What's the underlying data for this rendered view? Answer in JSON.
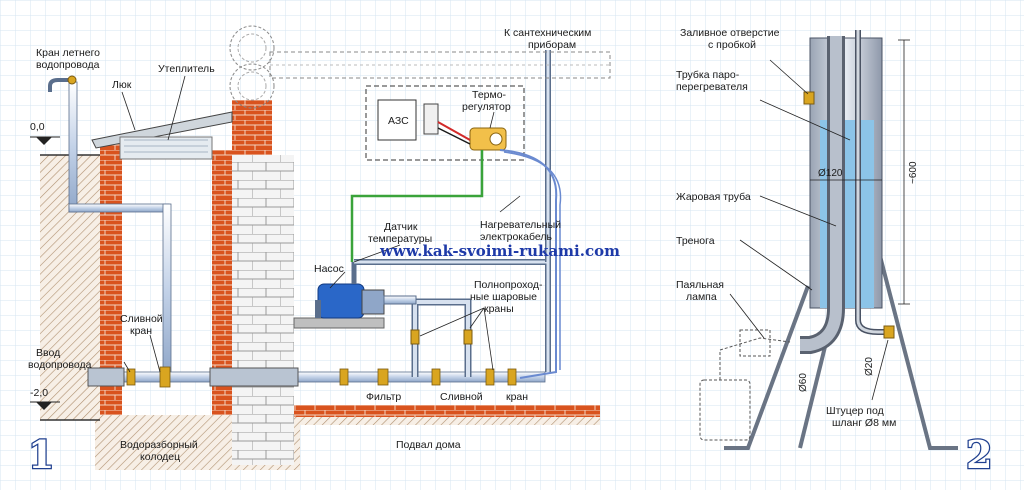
{
  "figure1": {
    "panel_number": "1",
    "labels": {
      "summer_tap_l1": "Кран летнего",
      "summer_tap_l2": "водопровода",
      "hatch": "Люк",
      "insulation": "Утеплитель",
      "to_fixtures_l1": "К сантехническим",
      "to_fixtures_l2": "приборам",
      "circuit_breaker": "АЗС",
      "thermostat_l1": "Термо-",
      "thermostat_l2": "регулятор",
      "temp_sensor_l1": "Датчик",
      "temp_sensor_l2": "температуры",
      "heating_cable_l1": "Нагревательный",
      "heating_cable_l2": "электрокабель",
      "pump": "Насос",
      "ball_valves_l1": "Полнопроход-",
      "ball_valves_l2": "ные шаровые",
      "ball_valves_l3": "краны",
      "drain_tap_left_l1": "Сливной",
      "drain_tap_left_l2": "кран",
      "water_inlet_l1": "Ввод",
      "water_inlet_l2": "водопровода",
      "filter": "Фильтр",
      "drain_right": "Сливной",
      "tap_right": "кран",
      "well_l1": "Водоразборный",
      "well_l2": "колодец",
      "basement": "Подвал дома",
      "level_zero": "0,0",
      "level_minus": "-2,0"
    }
  },
  "watermark": "www.kak-svoimi-rukami.com",
  "figure2": {
    "panel_number": "2",
    "labels": {
      "filler_l1": "Заливное отверстие",
      "filler_l2": "с пробкой",
      "steam_tube_l1": "Трубка паро-",
      "steam_tube_l2": "перегревателя",
      "fire_tube": "Жаровая труба",
      "tripod": "Тренога",
      "blowtorch_l1": "Паяльная",
      "blowtorch_l2": "лампа",
      "fitting_l1": "Штуцер под",
      "fitting_l2": "шланг Ø8 мм",
      "dim_120": "Ø120",
      "dim_600": "~600",
      "dim_60": "Ø60",
      "dim_20": "Ø20"
    }
  },
  "colors": {
    "brick": "#d9531e",
    "pipe": "#c9d6ea",
    "water": "#8cc4e8",
    "grid": "#d6e4f2",
    "green_wire": "#3aa33a",
    "red_wire": "#d22a2a",
    "pump": "#2a67c8"
  }
}
